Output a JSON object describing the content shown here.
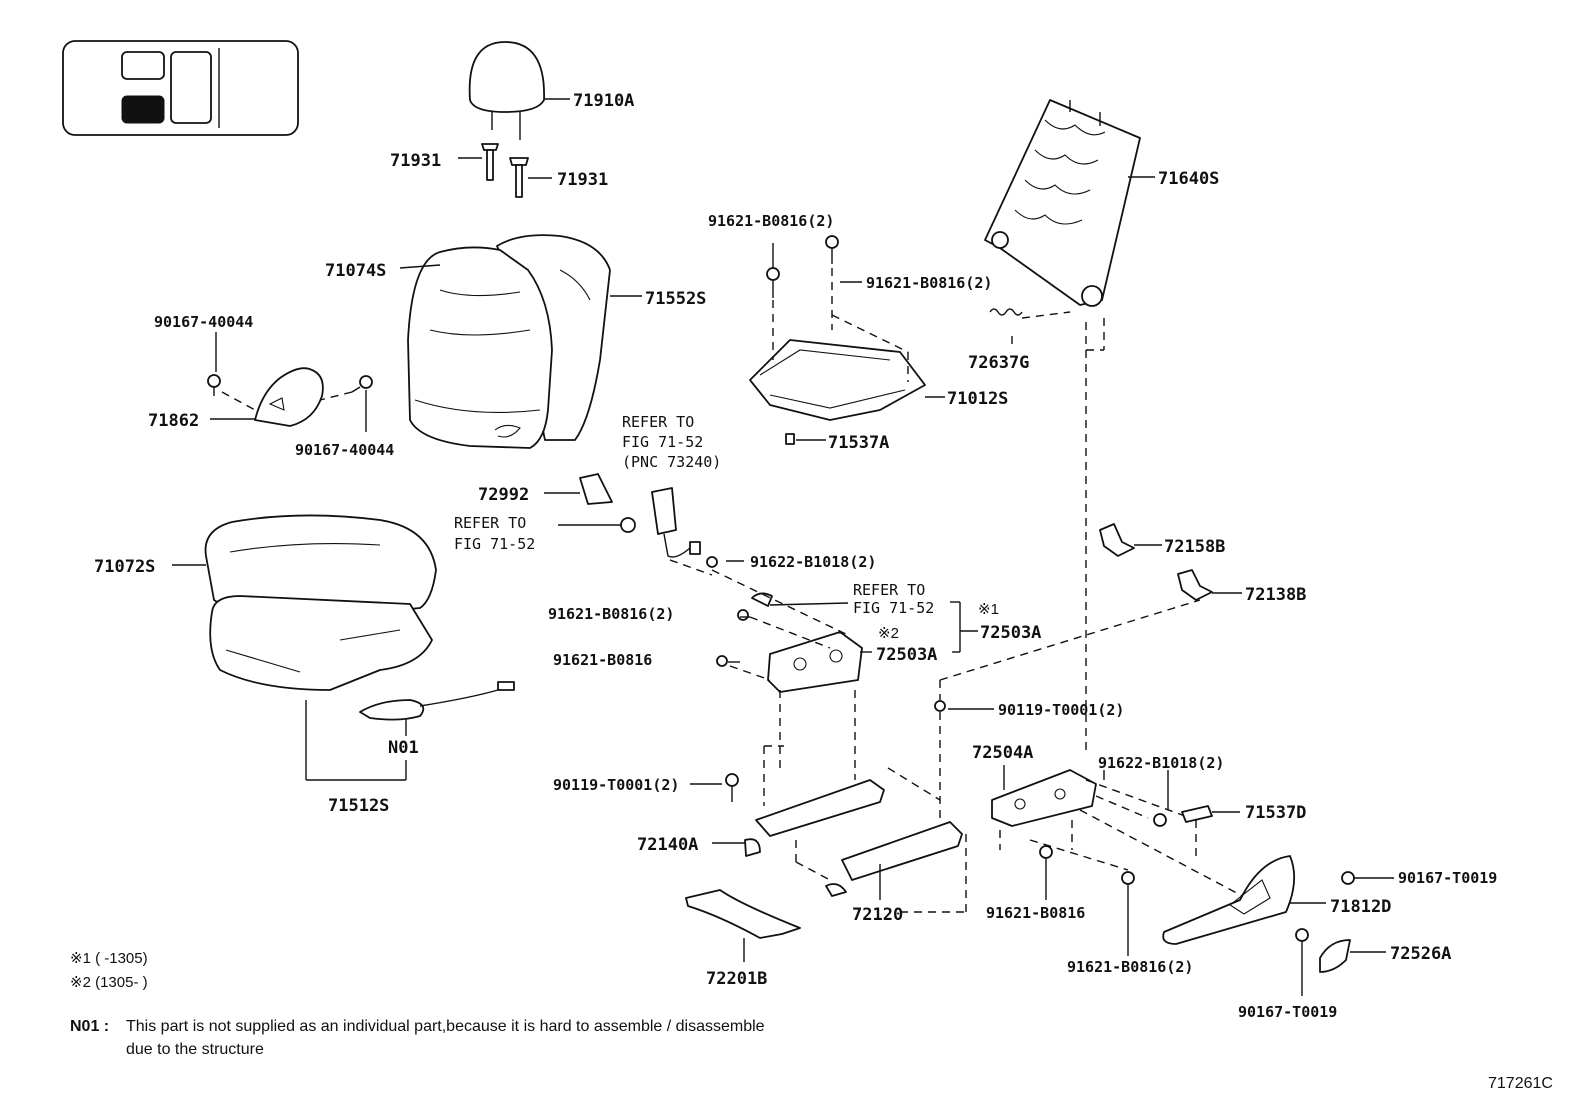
{
  "diagram_code": "717261C",
  "locator": {
    "highlight": "lower-left seat position",
    "fill_color": "#111111"
  },
  "parts": {
    "p71910A": "71910A",
    "p71931_a": "71931",
    "p71931_b": "71931",
    "p71074S": "71074S",
    "p71552S": "71552S",
    "p90167_40044_a": "90167-40044",
    "p90167_40044_b": "90167-40044",
    "p71862": "71862",
    "p71640S": "71640S",
    "p91621_B0816_2_a": "91621-B0816(2)",
    "p91621_B0816_2_b": "91621-B0816(2)",
    "p72637G": "72637G",
    "p71012S": "71012S",
    "p71537A": "71537A",
    "p72992": "72992",
    "p71072S": "71072S",
    "p91622_B1018_2_a": "91622-B1018(2)",
    "p72158B": "72158B",
    "p72138B": "72138B",
    "p91621_B0816_2_c": "91621-B0816(2)",
    "p72503A_a": "72503A",
    "p72503A_b": "72503A",
    "p91621_B0816_a": "91621-B0816",
    "pN01": "N01",
    "p71512S": "71512S",
    "p90119_T0001_2_a": "90119-T0001(2)",
    "p72504A": "72504A",
    "p91622_B1018_2_b": "91622-B1018(2)",
    "p90119_T0001_2_b": "90119-T0001(2)",
    "p71537D": "71537D",
    "p72140A": "72140A",
    "p90167_T0019_a": "90167-T0019",
    "p71812D": "71812D",
    "p72120": "72120",
    "p91621_B0816_b": "91621-B0816",
    "p72526A": "72526A",
    "p91621_B0816_2_d": "91621-B0816(2)",
    "p72201B": "72201B",
    "p90167_T0019_b": "90167-T0019"
  },
  "refs": {
    "ref1_line1": "REFER TO",
    "ref1_line2": "FIG 71-52",
    "ref1_line3": "(PNC 73240)",
    "ref2_line1": "REFER TO",
    "ref2_line2": "FIG 71-52",
    "ref3_line1": "REFER TO",
    "ref3_line2": "FIG 71-52"
  },
  "marks": {
    "m1": "※1",
    "m2": "※2"
  },
  "footnotes": {
    "fn1": "※1 (      -1305)",
    "fn2": "※2 (1305-      )",
    "n01_code": "N01 :",
    "n01_line1": "This part is not supplied as an individual part,because it is hard to assemble / disassemble",
    "n01_line2": "due to the structure"
  }
}
